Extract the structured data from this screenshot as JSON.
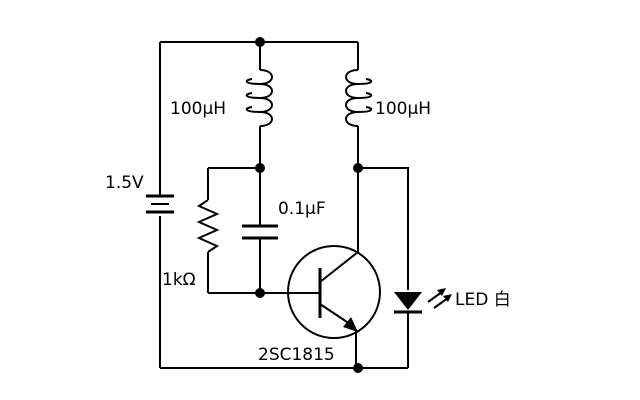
{
  "diagram": {
    "components": {
      "battery": {
        "label": "1.5V"
      },
      "inductor_left": {
        "label": "100μH"
      },
      "inductor_right": {
        "label": "100μH"
      },
      "capacitor": {
        "label": "0.1μF"
      },
      "resistor": {
        "label": "1kΩ"
      },
      "transistor": {
        "label": "2SC1815"
      },
      "led": {
        "label": "LED 白"
      }
    },
    "colors": {
      "line": "#000000",
      "background": "#ffffff"
    }
  }
}
